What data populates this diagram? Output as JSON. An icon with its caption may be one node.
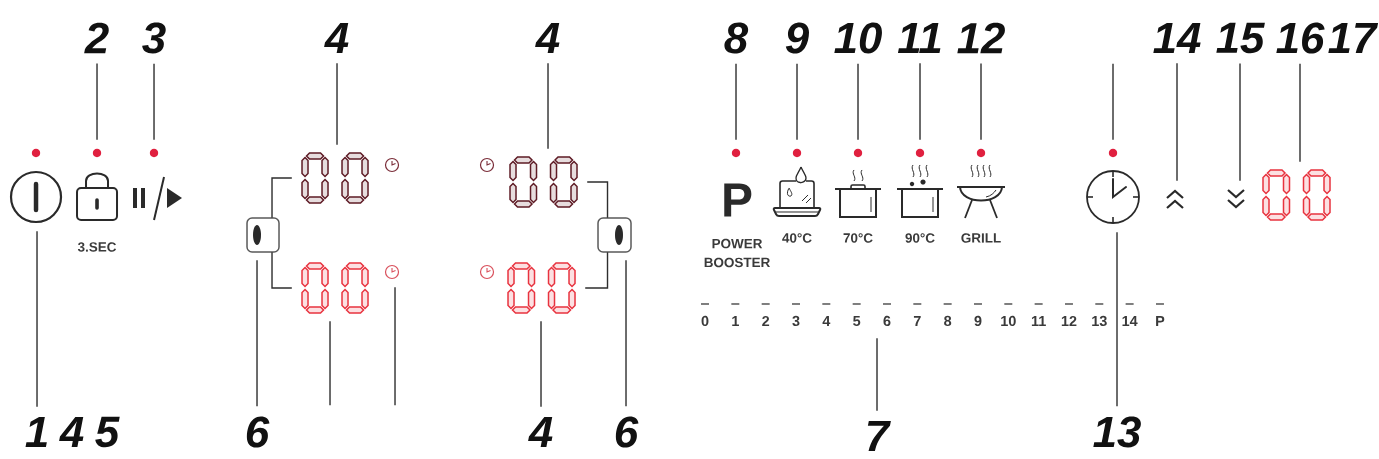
{
  "diagram": {
    "nodes": [
      {
        "text": [
          "2"
        ]
      },
      {
        "text": [
          "3"
        ]
      },
      {
        "text": [
          "4"
        ]
      },
      {
        "text": [
          "4"
        ]
      },
      {
        "text": [
          "8"
        ]
      },
      {
        "text": [
          "9"
        ]
      },
      {
        "text": [
          "10"
        ]
      },
      {
        "text": [
          "11"
        ]
      },
      {
        "text": [
          "12"
        ]
      },
      {
        "text": [
          "14"
        ]
      },
      {
        "text": [
          "15"
        ]
      },
      {
        "text": [
          "16"
        ]
      },
      {
        "text": [],
        "shape": "circle"
      },
      {
        "text": [
          "3.SEC"
        ]
      },
      {
        "text": [],
        "shape": "picture"
      },
      {
        "text": [],
        "shape": "picture"
      },
      {
        "text": [],
        "shape": "circle"
      },
      {
        "text": [],
        "shape": "circle"
      },
      {
        "text": [],
        "shape": "picture"
      },
      {
        "text": [
          "P",
          "POWER BOOSTER"
        ]
      },
      {
        "text": [
          "40°C"
        ]
      },
      {
        "text": [
          "70°C"
        ]
      },
      {
        "text": [
          "90°C"
        ]
      },
      {
        "text": [
          "GRILL"
        ]
      },
      {
        "text": [],
        "shape": "circle"
      },
      {
        "text": [],
        "shape": "picture"
      },
      {
        "text": [],
        "shape": "picture"
      },
      {
        "text": [],
        "shape": "picture"
      },
      {
        "text": [],
        "shape": "box"
      },
      {
        "text": [],
        "shape": "box"
      },
      {
        "text": [],
        "shape": "picture"
      },
      {
        "text": [],
        "shape": "circle"
      },
      {
        "text": [],
        "shape": "circle"
      },
      {
        "text": [],
        "shape": "picture"
      },
      {
        "text": [
          "0",
          "1",
          "2",
          "3",
          "4",
          "5",
          "6",
          "7",
          "8",
          "9",
          "10",
          "11",
          "12",
          "13",
          "14",
          "P"
        ]
      },
      {
        "text": [
          "1"
        ]
      },
      {
        "text": [
          "6"
        ]
      },
      {
        "text": [
          "4"
        ]
      },
      {
        "text": [
          "6"
        ]
      },
      {
        "text": [
          "7"
        ]
      },
      {
        "text": [
          "13"
        ]
      }
    ],
    "edges": [
      {
        "from": 0,
        "to": 13,
        "arrow": "none"
      },
      {
        "from": 1,
        "to": 14,
        "arrow": "none"
      },
      {
        "from": 2,
        "to": 15,
        "arrow": "none"
      },
      {
        "from": 3,
        "to": 18,
        "arrow": "none"
      },
      {
        "from": 4,
        "to": 19,
        "arrow": "none"
      },
      {
        "from": 5,
        "to": 20,
        "arrow": "none"
      },
      {
        "from": 6,
        "to": 21,
        "arrow": "none"
      },
      {
        "from": 7,
        "to": 22,
        "arrow": "none"
      },
      {
        "from": 8,
        "to": 23,
        "arrow": "none"
      },
      {
        "from": null,
        "to": 24,
        "arrow": "none"
      },
      {
        "from": 9,
        "to": 25,
        "arrow": "none"
      },
      {
        "from": 10,
        "to": 26,
        "arrow": "none"
      },
      {
        "from": 11,
        "to": 27,
        "arrow": "none"
      },
      {
        "from": 28,
        "to": 15,
        "arrow": "none"
      },
      {
        "from": 28,
        "to": 30,
        "arrow": "none"
      },
      {
        "from": 29,
        "to": 18,
        "arrow": "none"
      },
      {
        "from": 29,
        "to": 33,
        "arrow": "none"
      },
      {
        "from": 35,
        "to": 12,
        "arrow": "none"
      },
      {
        "from": 36,
        "to": 28,
        "arrow": "none"
      },
      {
        "from": null,
        "to": 30,
        "arrow": "none"
      },
      {
        "from": null,
        "to": 31,
        "arrow": "none"
      },
      {
        "from": 37,
        "to": 33,
        "arrow": "none"
      },
      {
        "from": 38,
        "to": 29,
        "arrow": "none"
      },
      {
        "from": 39,
        "to": 34,
        "arrow": "none"
      },
      {
        "from": 40,
        "to": 24,
        "arrow": "none"
      }
    ],
    "labels": [
      "17",
      "4",
      "5"
    ]
  }
}
